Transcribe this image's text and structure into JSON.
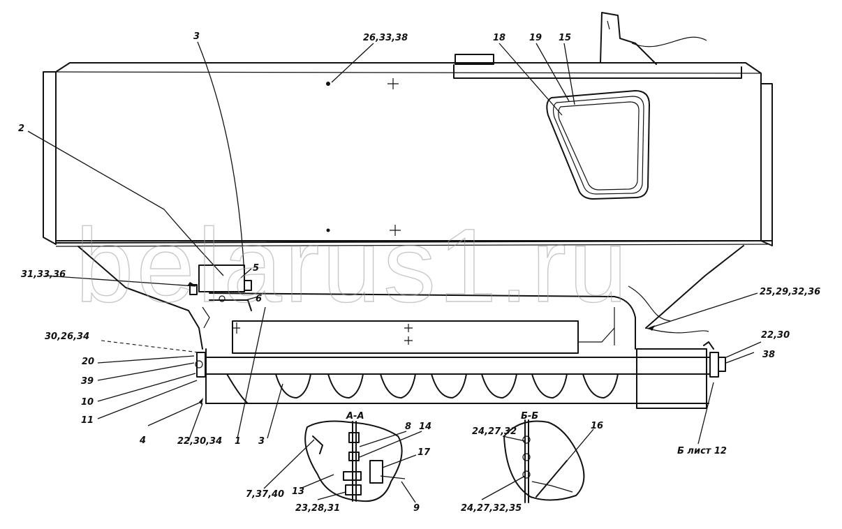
{
  "callouts": {
    "c_3_top": "3",
    "c_26_33_38": "26,33,38",
    "c_18": "18",
    "c_19": "19",
    "c_15_top": "15",
    "c_2": "2",
    "c_31_33_36": "31,33,36",
    "c_5": "5",
    "c_6": "6",
    "c_25_29_32_36": "25,29,32,36",
    "c_30_26_34": "30,26,34",
    "c_20": "20",
    "c_39": "39",
    "c_10": "10",
    "c_11": "11",
    "c_4": "4",
    "c_22_30_34": "22,30,34",
    "c_1": "1",
    "c_3_bottom": "3",
    "c_22_30_right": "22,30",
    "c_38_right": "38",
    "c_b_view": "Б лист 12",
    "c_8": "8",
    "c_14": "14",
    "c_17": "17",
    "c_7_37_40": "7,37,40",
    "c_13": "13",
    "c_23_28_31": "23,28,31",
    "c_9": "9",
    "c_24_27_32_top": "24,27,32",
    "c_24_27_32_35": "24,27,32,35",
    "c_16": "16"
  },
  "sections": {
    "aa": "A-A",
    "bb": "Б-Б"
  },
  "watermark": "belarus1.ru",
  "colors": {
    "ink": "#111111",
    "paper": "#ffffff",
    "watermark": "#9a9a9a"
  }
}
